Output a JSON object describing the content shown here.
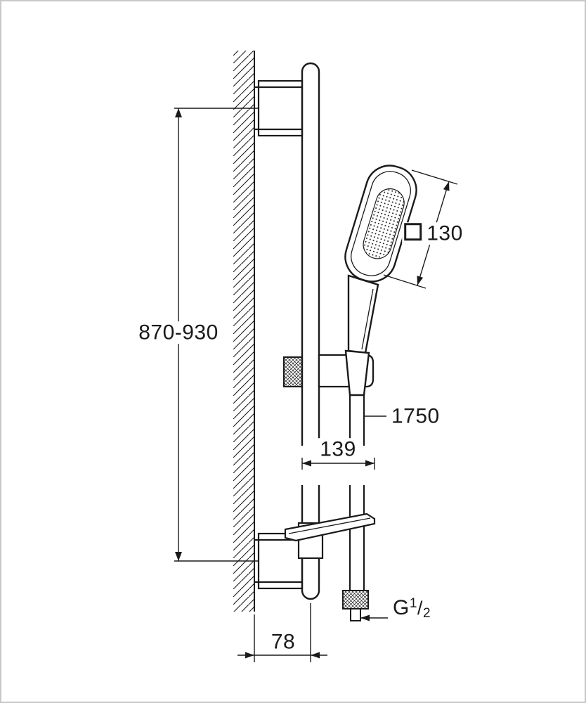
{
  "drawing": {
    "dimension_labels": {
      "mounting_height": "870-930",
      "head_size": "130",
      "hose_length": "1750",
      "hose_offset": "139",
      "wall_offset": "78",
      "thread_prefix": "G",
      "thread_numerator": "1",
      "thread_slash": "/",
      "thread_denominator": "2"
    },
    "icons": {
      "head_size_symbol": "square-outline-icon"
    },
    "colors": {
      "line": "#1a1a1a",
      "background": "#ffffff",
      "frame": "#c8c8c8"
    }
  }
}
